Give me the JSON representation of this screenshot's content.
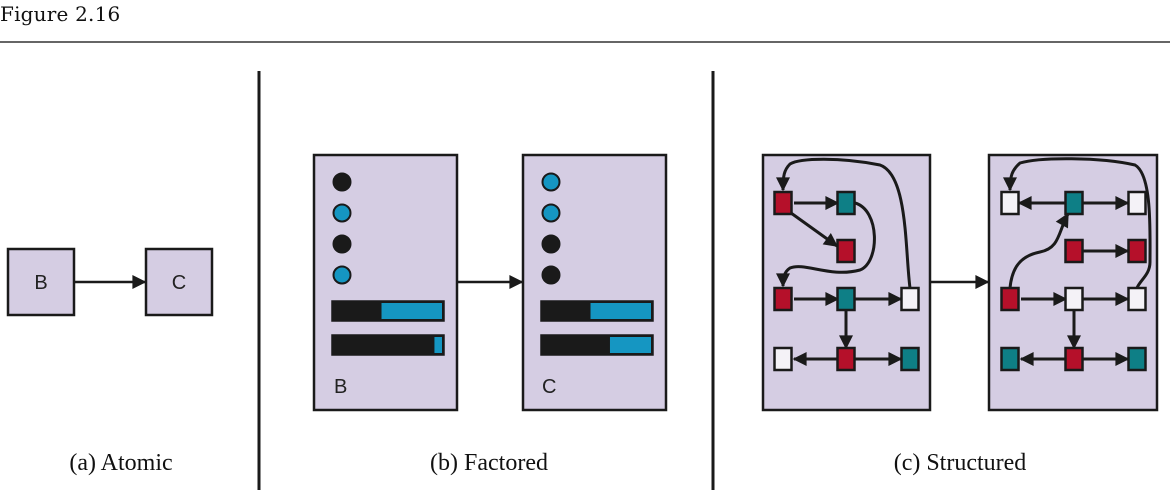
{
  "figure": {
    "title": "Figure 2.16"
  },
  "colors": {
    "panel_fill": "#d5cde3",
    "stroke": "#1a1a1a",
    "blue": "#1596c2",
    "teal": "#0e7f86",
    "red": "#b5102a",
    "white": "#f4f2f7"
  },
  "atomic": {
    "caption": "(a) Atomic",
    "states": [
      {
        "label": "B"
      },
      {
        "label": "C"
      }
    ]
  },
  "factored": {
    "caption": "(b) Factored",
    "states": [
      {
        "label": "B",
        "boolean_vars": [
          "black",
          "blue",
          "black",
          "blue"
        ],
        "bars": [
          {
            "blue_fraction": 0.56
          },
          {
            "blue_fraction": 0.07
          }
        ]
      },
      {
        "label": "C",
        "boolean_vars": [
          "blue",
          "blue",
          "black",
          "black"
        ],
        "bars": [
          {
            "blue_fraction": 0.56
          },
          {
            "blue_fraction": 0.38
          }
        ]
      }
    ]
  },
  "structured": {
    "caption": "(c) Structured",
    "states": [
      {
        "nodes": [
          {
            "id": "n1",
            "color": "red",
            "row": 0,
            "col": 0
          },
          {
            "id": "n2",
            "color": "teal",
            "row": 0,
            "col": 1
          },
          {
            "id": "n3",
            "color": "red",
            "row": 1,
            "col": 1
          },
          {
            "id": "n4",
            "color": "red",
            "row": 2,
            "col": 0
          },
          {
            "id": "n5",
            "color": "teal",
            "row": 2,
            "col": 1
          },
          {
            "id": "n6",
            "color": "white",
            "row": 2,
            "col": 2
          },
          {
            "id": "n7",
            "color": "white",
            "row": 3,
            "col": 0
          },
          {
            "id": "n8",
            "color": "red",
            "row": 3,
            "col": 1
          },
          {
            "id": "n9",
            "color": "teal",
            "row": 3,
            "col": 2
          }
        ]
      },
      {
        "nodes": [
          {
            "id": "m1",
            "color": "white",
            "row": 0,
            "col": 0
          },
          {
            "id": "m2",
            "color": "teal",
            "row": 0,
            "col": 1
          },
          {
            "id": "m3",
            "color": "white",
            "row": 0,
            "col": 2
          },
          {
            "id": "m4",
            "color": "red",
            "row": 1,
            "col": 1
          },
          {
            "id": "m5",
            "color": "red",
            "row": 1,
            "col": 2
          },
          {
            "id": "m6",
            "color": "red",
            "row": 2,
            "col": 0
          },
          {
            "id": "m7",
            "color": "white",
            "row": 2,
            "col": 1
          },
          {
            "id": "m8",
            "color": "white",
            "row": 2,
            "col": 2
          },
          {
            "id": "m9",
            "color": "teal",
            "row": 3,
            "col": 0
          },
          {
            "id": "m10",
            "color": "red",
            "row": 3,
            "col": 1
          },
          {
            "id": "m11",
            "color": "teal",
            "row": 3,
            "col": 2
          }
        ]
      }
    ]
  }
}
